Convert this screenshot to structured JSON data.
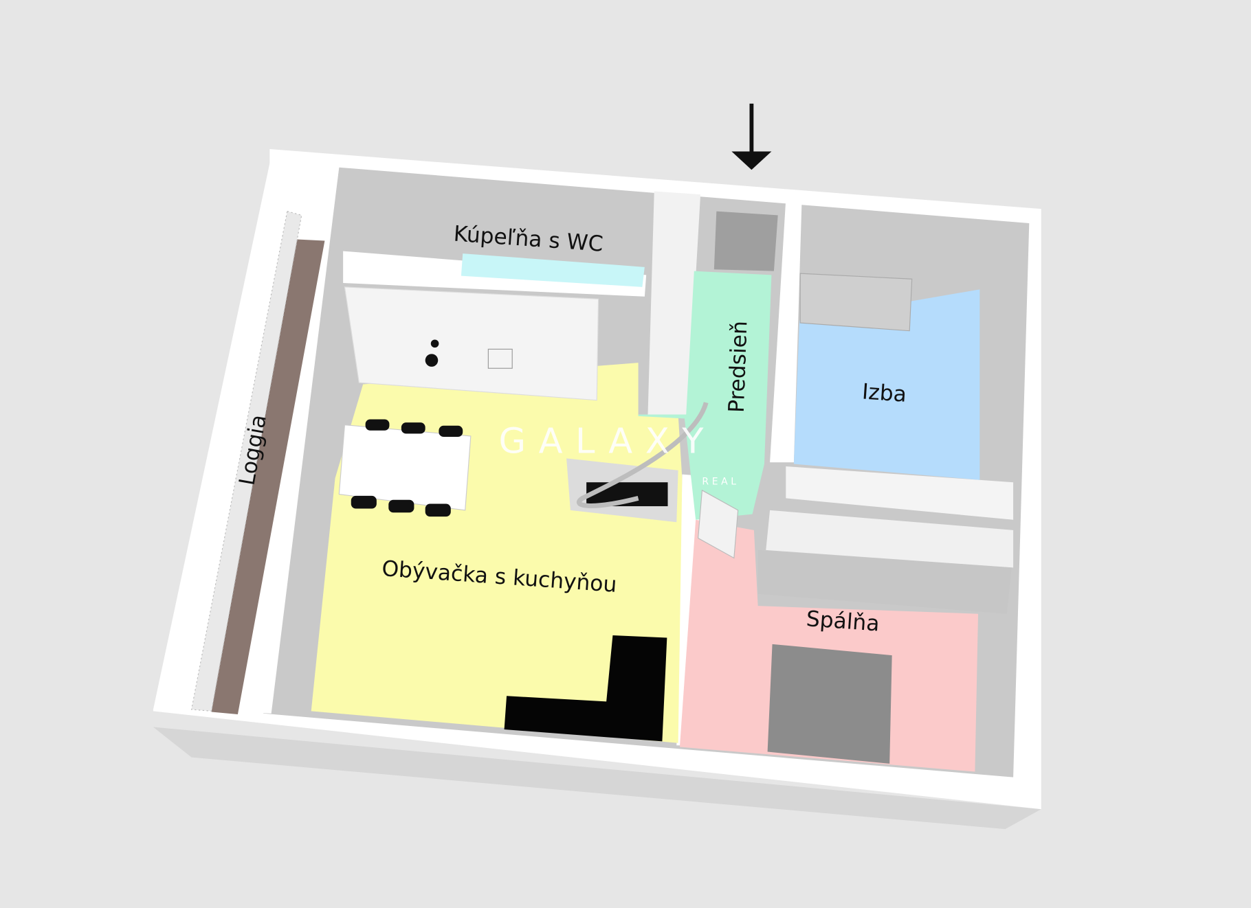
{
  "plan": {
    "rooms": [
      {
        "id": "bathroom",
        "label": "Kúpeľňa s WC",
        "color": "#c8f6f8"
      },
      {
        "id": "hallway",
        "label": "Predsieň",
        "color": "#b3f3d6"
      },
      {
        "id": "room",
        "label": "Izba",
        "color": "#b5dcfc"
      },
      {
        "id": "living",
        "label": "Obývačka s kuchyňou",
        "color": "#fbfbac"
      },
      {
        "id": "bedroom",
        "label": "Spálňa",
        "color": "#fbcaca"
      },
      {
        "id": "loggia",
        "label": "Loggia",
        "color": "#8a7770"
      }
    ],
    "entrance_icon": "arrow-down-icon",
    "watermark": {
      "brand": "GALAXY",
      "sub": "REAL"
    }
  }
}
